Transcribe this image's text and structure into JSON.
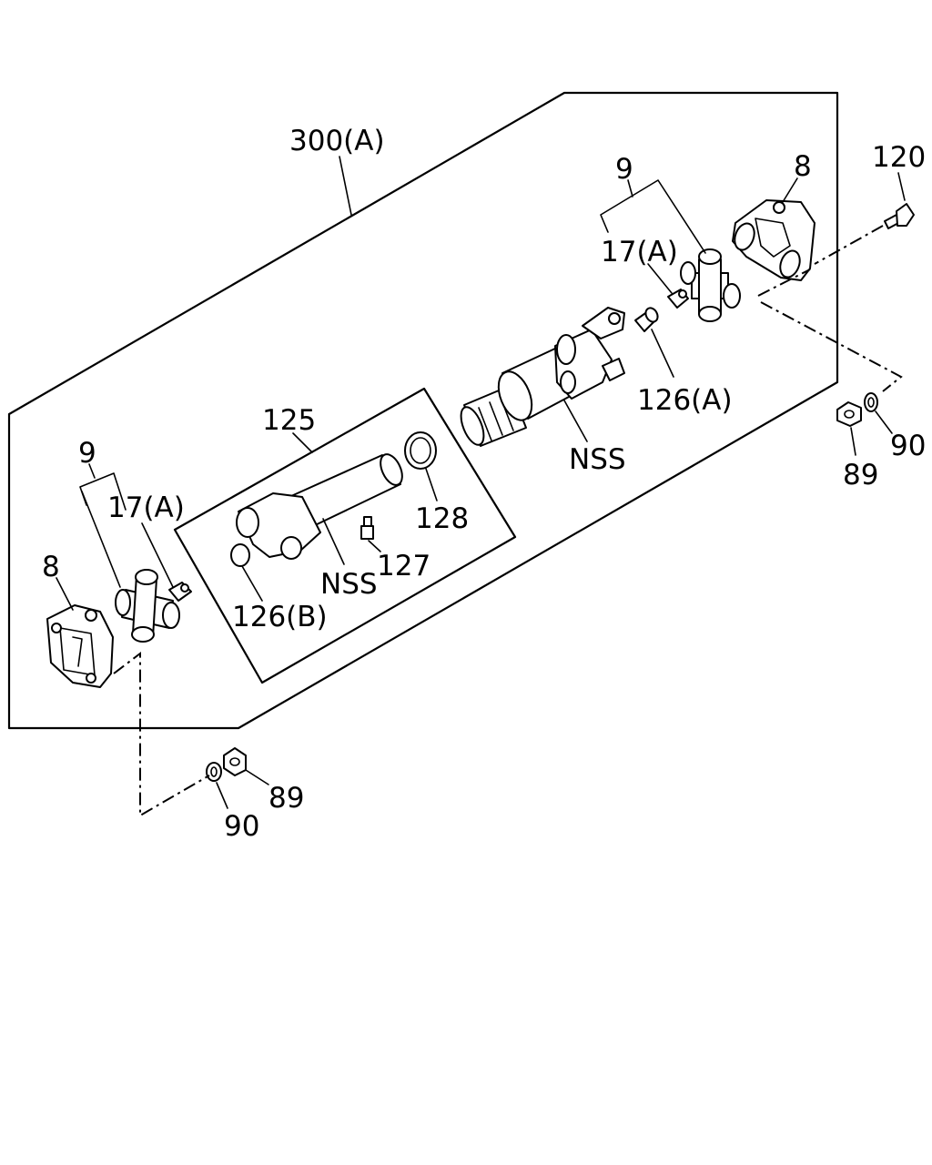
{
  "colors": {
    "ink": "#000000",
    "background": "#ffffff"
  },
  "labels": {
    "assembly_300a": "300(A)",
    "uj_right_9": "9",
    "flange_right_8": "8",
    "bolt_120": "120",
    "grease_right_17a": "17(A)",
    "plug_126a": "126(A)",
    "nss_yoke": "NSS",
    "nut_right_89": "89",
    "washer_right_90": "90",
    "tube_125": "125",
    "ring_128": "128",
    "grease_127": "127",
    "nss_tube": "NSS",
    "plug_126b": "126(B)",
    "uj_left_9": "9",
    "grease_left_17a": "17(A)",
    "flange_left_8": "8",
    "nut_left_89": "89",
    "washer_left_90": "90"
  }
}
